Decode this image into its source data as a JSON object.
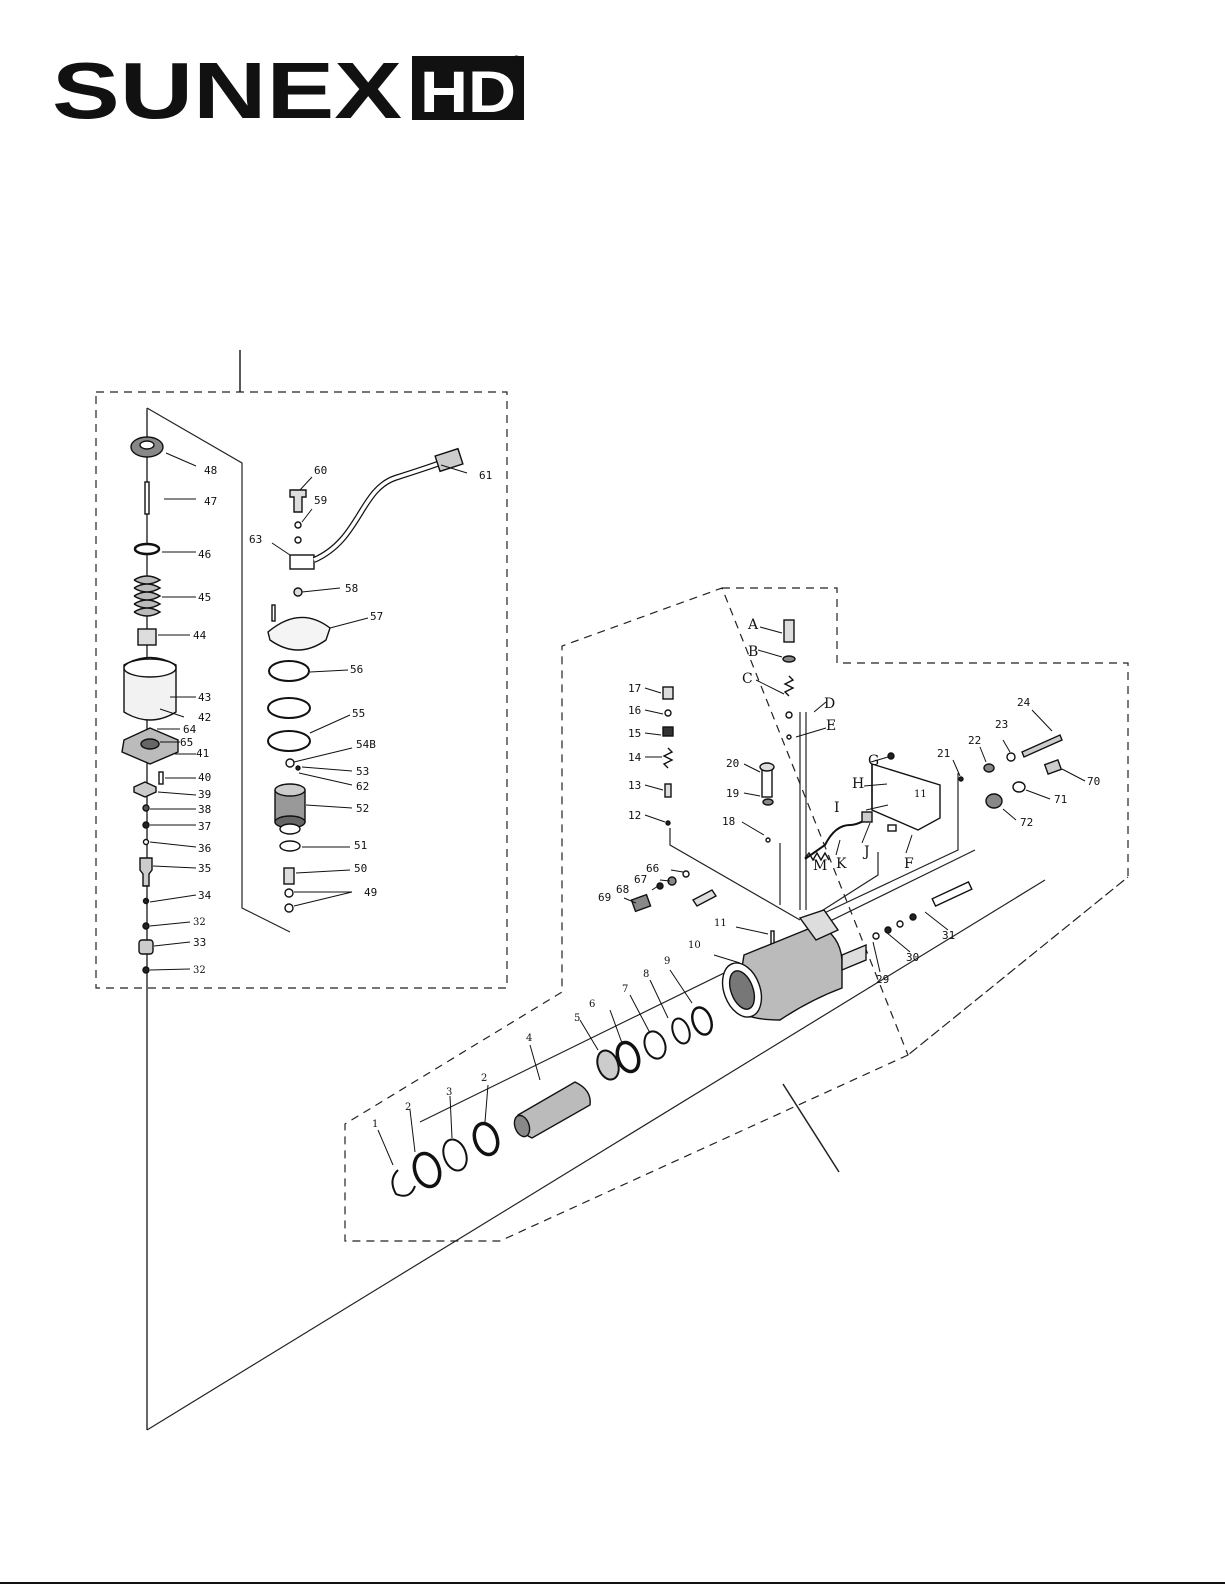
{
  "brand": {
    "name": "SUNEX",
    "sub": "HD",
    "reg": "®",
    "colors": {
      "ink": "#111111",
      "paper": "#ffffff"
    }
  },
  "labels_left": [
    "48",
    "47",
    "46",
    "45",
    "44",
    "43",
    "42",
    "64",
    "65",
    "41",
    "40",
    "39",
    "38",
    "37",
    "36",
    "35",
    "34",
    "32",
    "33",
    "32"
  ],
  "labels_mid": [
    "60",
    "59",
    "63",
    "61",
    "58",
    "57",
    "56",
    "55",
    "54B",
    "53",
    "62",
    "52",
    "51",
    "50",
    "49"
  ],
  "labels_right": [
    "17",
    "16",
    "15",
    "14",
    "13",
    "12",
    "20",
    "19",
    "18",
    "21",
    "22",
    "23",
    "24",
    "70",
    "71",
    "72",
    "66",
    "67",
    "68",
    "69",
    "11",
    "11",
    "10",
    "9",
    "8",
    "7",
    "6",
    "5",
    "4",
    "3",
    "2",
    "2",
    "1",
    "29",
    "30",
    "31"
  ],
  "letters": [
    "A",
    "B",
    "C",
    "D",
    "E",
    "G",
    "H",
    "I",
    "J",
    "K",
    "M",
    "F"
  ]
}
